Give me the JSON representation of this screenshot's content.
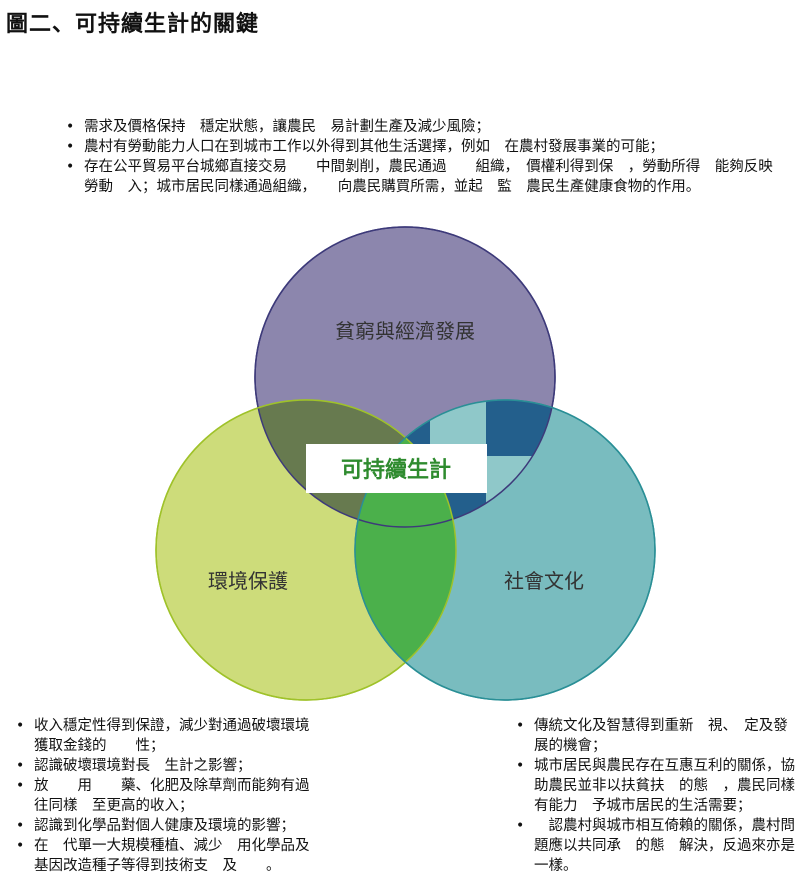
{
  "title": "圖二、可持續生計的關鍵",
  "top_points": [
    "需求及價格保持　穩定狀態，讓農民　易計劃生產及減少風險；",
    "農村有勞動能力人口在到城市工作以外得到其他生活選擇，例如　在農村發展事業的可能；",
    "存在公平貿易平台城鄉直接交易　　中間剝削，農民通過　　組織，　價權利得到保　，勞動所得　能夠反映勞動　入；城市居民同樣通過組織，　　向農民購買所需，並起　監　農民生產健康食物的作用。"
  ],
  "diagram": {
    "circles": [
      {
        "name": "貧窮與經濟發展",
        "color": "#8c86ad"
      },
      {
        "name": "環境保護",
        "color": "#cddc7a"
      },
      {
        "name": "社會文化",
        "color": "#79bcbf"
      }
    ],
    "center_label": "可持續生計",
    "overlap_colors": {
      "economy_environment": "#677a4f",
      "economy_culture": "#235f8c",
      "environment_culture": "#4bb04b"
    }
  },
  "bottom_left_points": [
    "收入穩定性得到保證，減少對通過破壞環境獲取金錢的　　性；",
    "認識破壞環境對長　生計之影響；",
    "放　　用　　藥、化肥及除草劑而能夠有過往同樣　至更高的收入；",
    "認識到化學品對個人健康及環境的影響；",
    "在　代單一大規模種植、減少　用化學品及基因改造種子等得到技術支　及　　。"
  ],
  "bottom_right_points": [
    "傳統文化及智慧得到重新　視、　定及發展的機會；",
    "城市居民與農民存在互惠互利的關係，協助農民並非以扶貧扶　的態　，農民同樣有能力　予城市居民的生活需要；",
    "　認農村與城市相互倚賴的關係，農村問題應以共同承　的態　解決，反過來亦是一樣。"
  ]
}
